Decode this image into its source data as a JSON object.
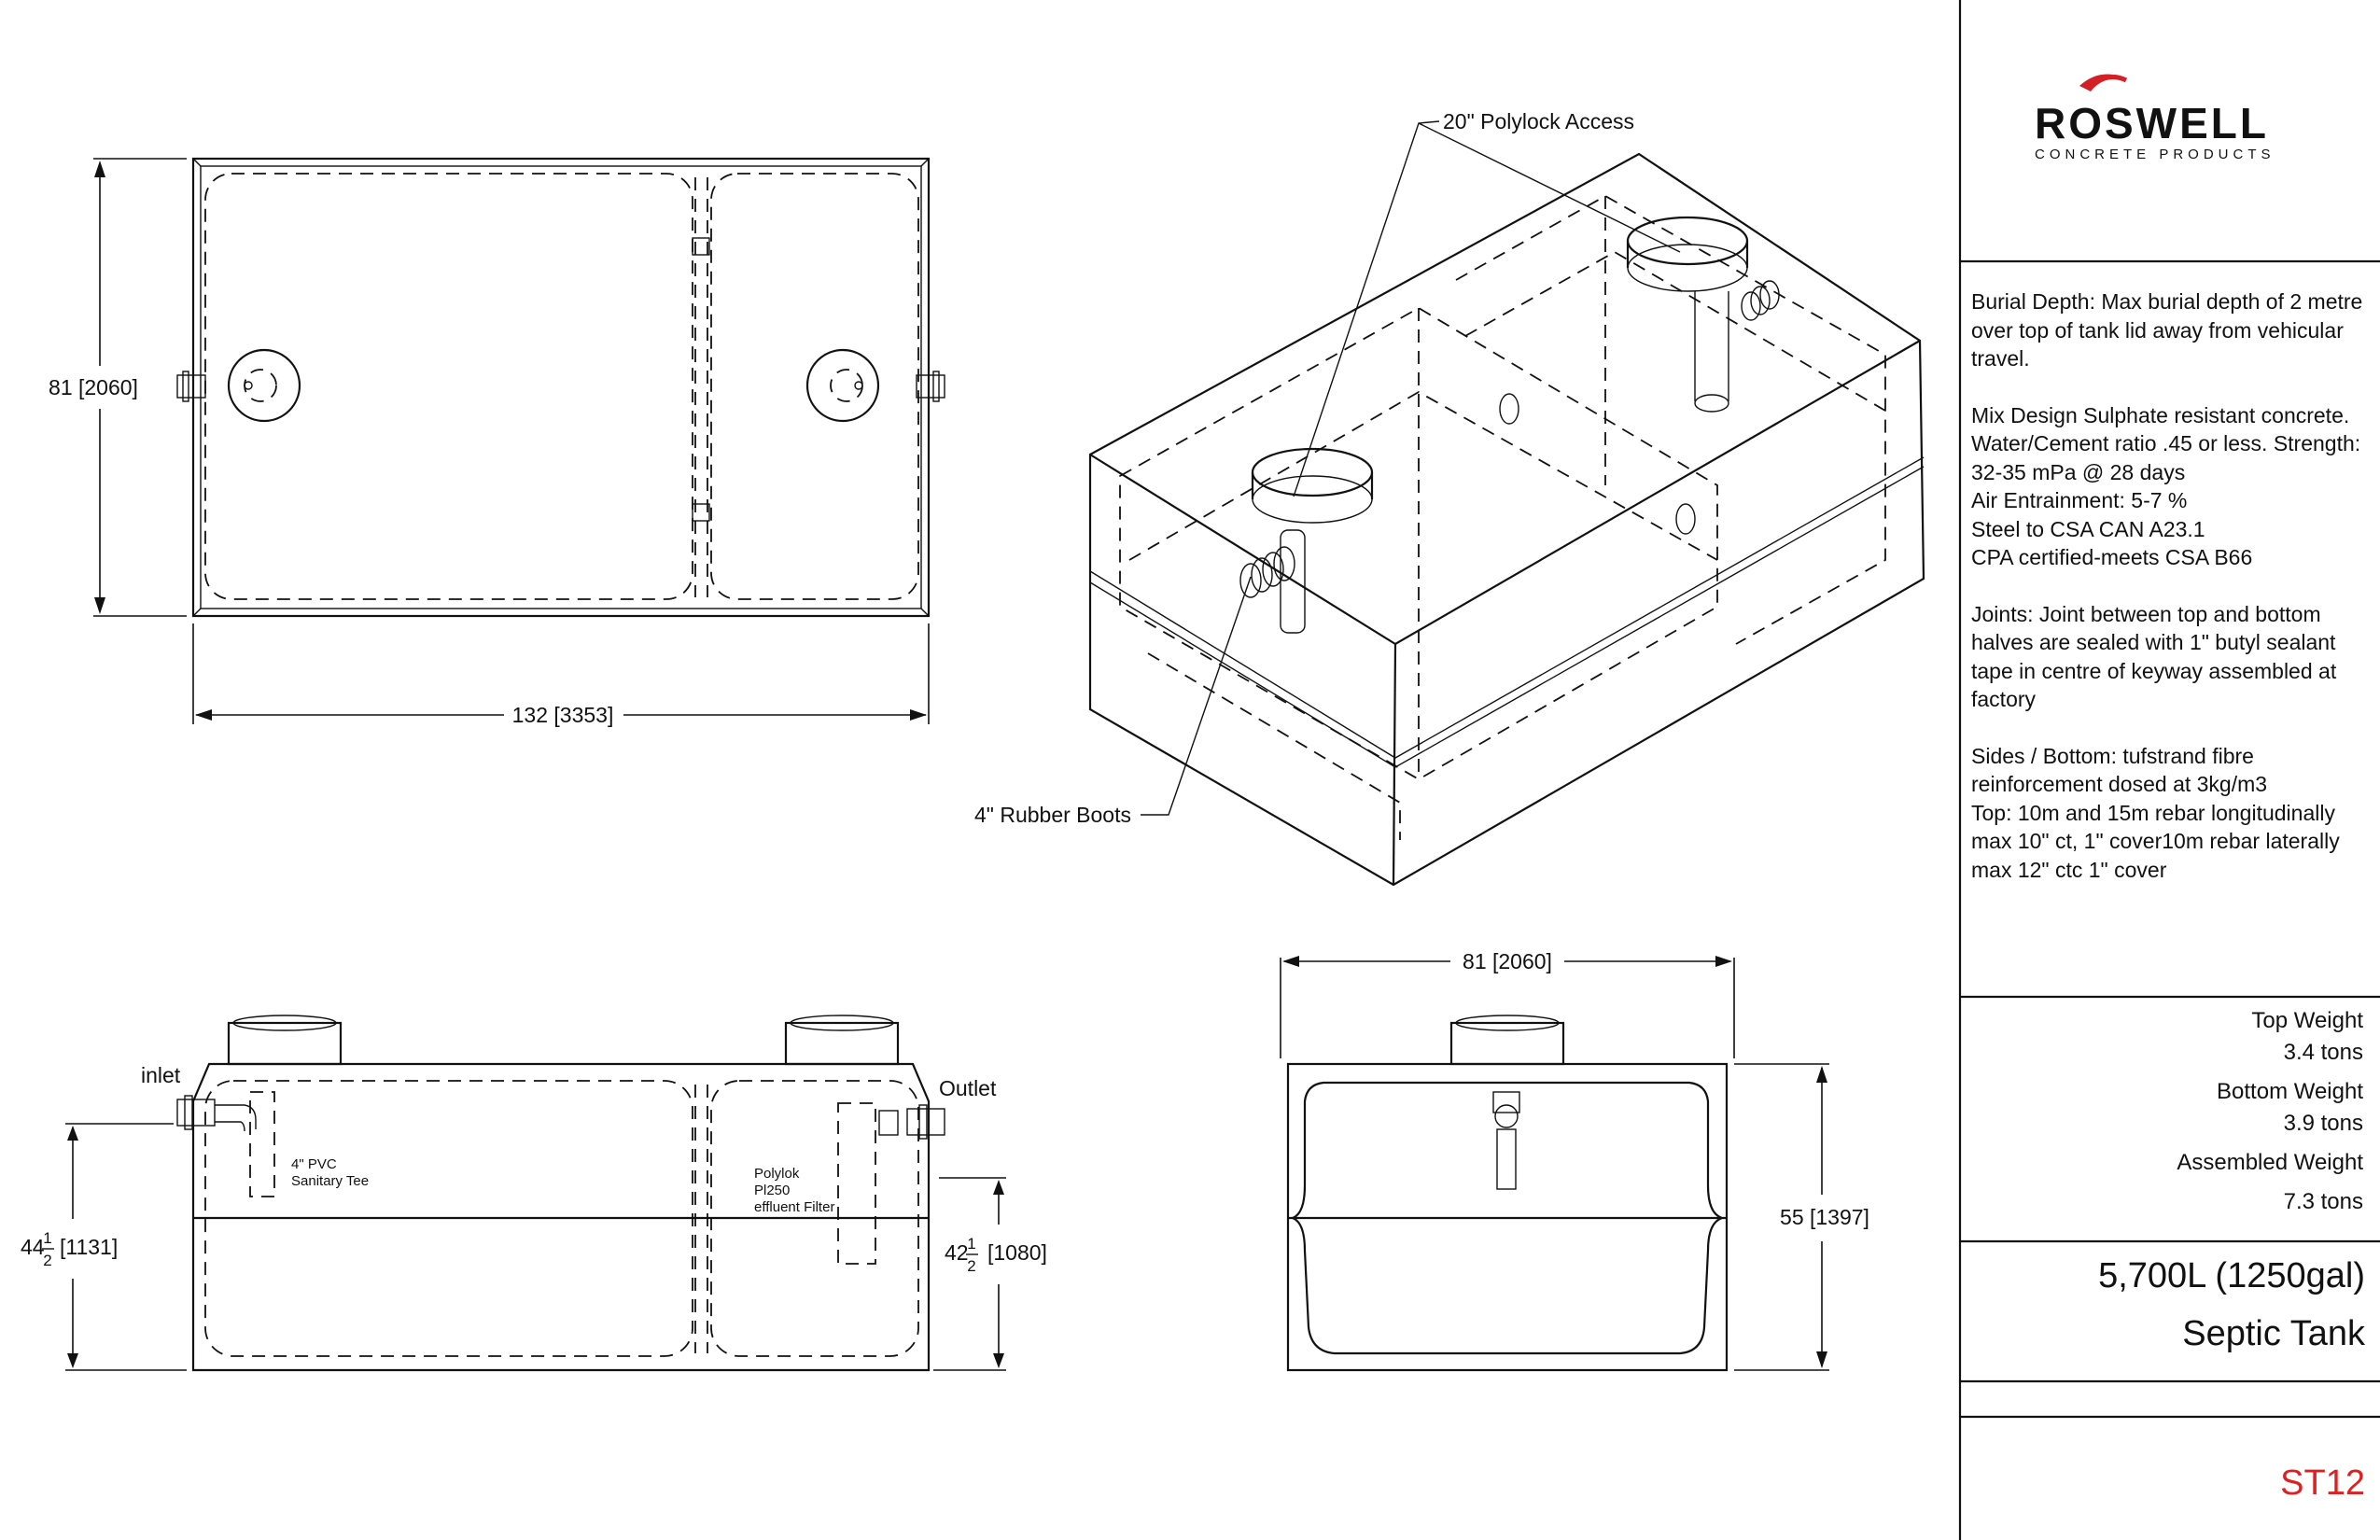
{
  "brand": {
    "name": "ROSWELL",
    "subtitle": "CONCRETE PRODUCTS",
    "accent": "#d32027"
  },
  "callouts": {
    "polylock": "20\" Polylock Access",
    "boots": "4\" Rubber Boots"
  },
  "top_view": {
    "height_dim": "81 [2060]",
    "width_dim": "132 [3353]"
  },
  "side_view": {
    "inlet": "inlet",
    "outlet": "Outlet",
    "tee_line1": "4\" PVC",
    "tee_line2": "Sanitary Tee",
    "filter_line1": "Polylok",
    "filter_line2": "Pl250",
    "filter_line3": "effluent Filter",
    "left_dim_whole": "44",
    "left_dim_rest": "[1131]",
    "right_dim_whole": "42",
    "right_dim_rest": "[1080]",
    "frac_num": "1",
    "frac_den": "2"
  },
  "end_view": {
    "width_dim": "81 [2060]",
    "height_dim": "55 [1397]"
  },
  "notes": [
    "Burial Depth: Max burial depth of 2 metre over top of tank lid away from vehicular travel.",
    "Mix Design Sulphate resistant concrete. Water/Cement ratio .45 or less. Strength: 32-35 mPa @ 28 days\nAir Entrainment: 5-7 %\nSteel to CSA CAN A23.1\nCPA certified-meets CSA B66",
    "Joints: Joint between top and bottom halves are sealed with 1\" butyl sealant tape in centre of keyway assembled at factory",
    "Sides / Bottom: tufstrand fibre reinforcement dosed at 3kg/m3\nTop: 10m and 15m rebar longitudinally max 10\" ct, 1\" cover10m rebar laterally max 12\" ctc 1\" cover"
  ],
  "weights": {
    "top_label": "Top Weight",
    "top_value": "3.4 tons",
    "bottom_label": "Bottom Weight",
    "bottom_value": "3.9 tons",
    "assembled_label": "Assembled Weight",
    "assembled_value": "7.3 tons"
  },
  "product": {
    "capacity": "5,700L (1250gal)",
    "name": "Septic Tank",
    "code": "ST12",
    "code_color": "#e02020"
  }
}
